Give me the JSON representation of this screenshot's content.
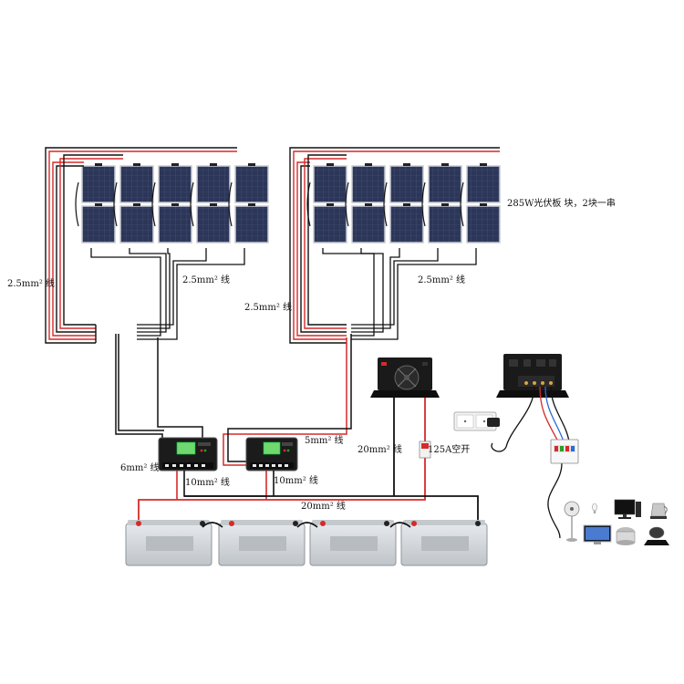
{
  "labels": {
    "panel_spec": "285W光伏板  块，2块一串",
    "wire_left_outer": "2.5mm² 线",
    "wire_left_inner": "2.5mm² 线",
    "wire_right_outer": "2.5mm² 线",
    "wire_right_inner": "2.5mm² 线",
    "wire_ctrl1_pv": "6mm² 线",
    "wire_ctrl1_batt": "10mm² 线",
    "wire_ctrl2_pv": "5mm² 线",
    "wire_ctrl2_batt": "10mm² 线",
    "wire_inverter1": "20mm² 线",
    "wire_battery_bus": "20mm² 线",
    "breaker": "125A空开"
  },
  "colors": {
    "wire_positive": "#d62a2a",
    "wire_negative": "#111111",
    "panel_cell": "#2c3658",
    "battery_body": "#d3d7db"
  },
  "counts": {
    "panels_per_array_columns": 5,
    "arrays": 2,
    "controllers": 2,
    "inverters": 2,
    "batteries": 4
  },
  "icons": {
    "loads": [
      "fan-icon",
      "light-bulb-icon",
      "monitor-icon",
      "kettle-icon",
      "tv-icon",
      "rice-cooker-icon",
      "induction-cooker-icon"
    ]
  }
}
